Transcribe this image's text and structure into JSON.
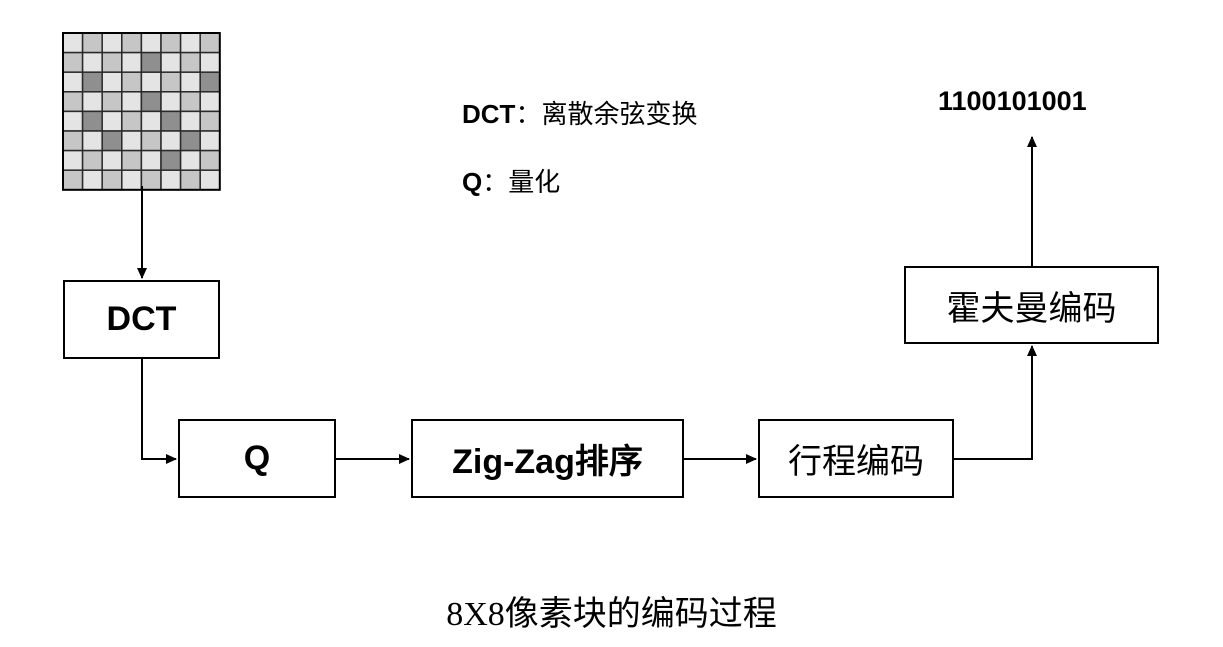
{
  "legend": {
    "dct": {
      "key": "DCT",
      "sep": "：",
      "text": "离散余弦变换"
    },
    "q": {
      "key": "Q",
      "sep": "：",
      "text": "量化"
    }
  },
  "boxes": {
    "dct": "DCT",
    "q": "Q",
    "zigzag": "Zig-Zag排序",
    "rle": "行程编码",
    "huffman": "霍夫曼编码"
  },
  "output_bits": "1100101001",
  "caption": "8X8像素块的编码过程",
  "pixel_grid": {
    "rows": 8,
    "cols": 8,
    "shades": [
      [
        0,
        1,
        0,
        1,
        0,
        1,
        0,
        1
      ],
      [
        1,
        0,
        1,
        0,
        2,
        0,
        1,
        0
      ],
      [
        0,
        2,
        0,
        1,
        0,
        1,
        0,
        2
      ],
      [
        1,
        0,
        1,
        0,
        2,
        0,
        1,
        0
      ],
      [
        0,
        2,
        0,
        1,
        0,
        2,
        0,
        1
      ],
      [
        1,
        0,
        2,
        0,
        1,
        0,
        2,
        0
      ],
      [
        0,
        1,
        0,
        1,
        0,
        2,
        0,
        1
      ],
      [
        1,
        0,
        1,
        0,
        1,
        0,
        1,
        0
      ]
    ],
    "palette": [
      "#e4e4e4",
      "#c6c6c6",
      "#8f8f8f"
    ]
  }
}
